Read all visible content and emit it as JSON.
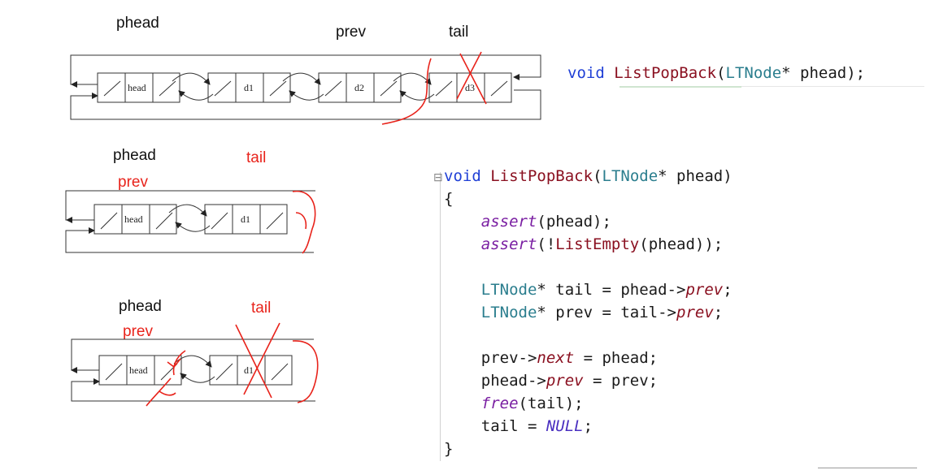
{
  "diagram1": {
    "label_phead": "phead",
    "label_prev": "prev",
    "label_tail": "tail",
    "nodes": [
      "head",
      "d1",
      "d2",
      "d3"
    ]
  },
  "diagram2": {
    "label_phead": "phead",
    "label_tail": "tail",
    "label_prev": "prev",
    "nodes": [
      "head",
      "d1"
    ]
  },
  "diagram3": {
    "label_phead": "phead",
    "label_tail": "tail",
    "label_prev": "prev",
    "nodes": [
      "head",
      "d1"
    ]
  },
  "code_decl": {
    "kw_void": "void",
    "fn_name": "ListPopBack",
    "paren_open": "(",
    "type": "LTNode",
    "rest": "* phead);"
  },
  "code_body": {
    "fold_marker": "⊟",
    "l1_kw": "void",
    "l1_fn": "ListPopBack",
    "l1_paren": "(",
    "l1_type": "LTNode",
    "l1_rest": "* phead)",
    "l2": "{",
    "l3_fn": "assert",
    "l3_rest": "(phead);",
    "l4_fn": "assert",
    "l4_mid": "(!",
    "l4_fn2": "ListEmpty",
    "l4_rest": "(phead));",
    "l5_type": "LTNode",
    "l5_mid": "* tail = phead->",
    "l5_field": "prev",
    "l5_end": ";",
    "l6_type": "LTNode",
    "l6_mid": "* prev = tail->",
    "l6_field": "prev",
    "l6_end": ";",
    "l7_a": "prev->",
    "l7_field": "next",
    "l7_b": " = phead;",
    "l8_a": "phead->",
    "l8_field": "prev",
    "l8_b": " = prev;",
    "l9_fn": "free",
    "l9_rest": "(tail);",
    "l10_a": "tail = ",
    "l10_null": "NULL",
    "l10_b": ";",
    "l11": "}"
  }
}
